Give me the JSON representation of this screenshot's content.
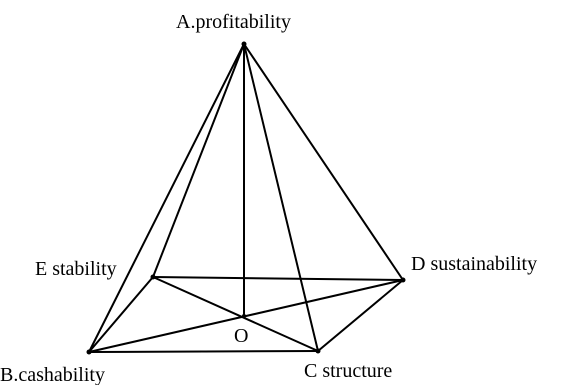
{
  "diagram": {
    "labels": {
      "apex": "A.profitability",
      "b": "B.cashability",
      "c": "C structure",
      "d": "D sustainability",
      "e": "E stability",
      "o": "O"
    }
  }
}
